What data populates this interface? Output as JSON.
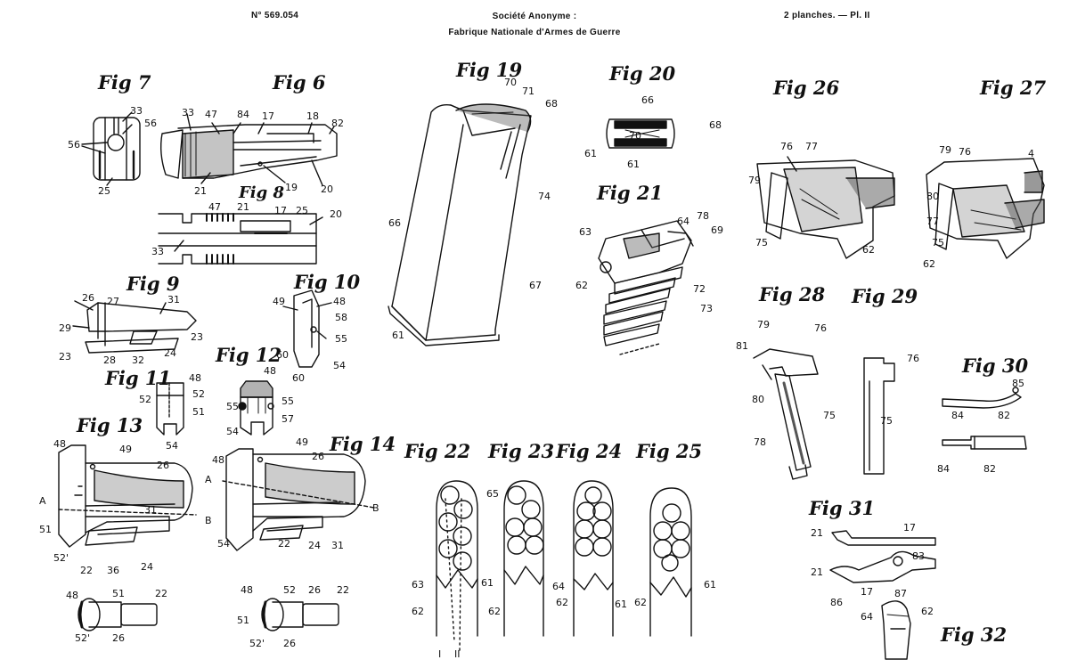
{
  "header": {
    "patent_no": "N° 569.054",
    "company_line1": "Société Anonyme :",
    "company_line2": "Fabrique Nationale d'Armes de Guerre",
    "sheet": "2 planches. — Pl. II"
  },
  "figures": {
    "f6": "Fig 6",
    "f7": "Fig 7",
    "f8": "Fig 8",
    "f9": "Fig 9",
    "f10": "Fig 10",
    "f11": "Fig 11",
    "f12": "Fig 12",
    "f13": "Fig 13",
    "f14": "Fig 14",
    "f19": "Fig 19",
    "f20": "Fig 20",
    "f21": "Fig 21",
    "f22": "Fig 22",
    "f23": "Fig 23",
    "f24": "Fig 24",
    "f25": "Fig 25",
    "f26": "Fig 26",
    "f27": "Fig 27",
    "f28": "Fig 28",
    "f29": "Fig 29",
    "f30": "Fig 30",
    "f31": "Fig 31",
    "f32": "Fig 32"
  },
  "labels": {
    "l33a": "33",
    "l56a": "56",
    "l56b": "56",
    "l25a": "25",
    "l33b": "33",
    "l47a": "47",
    "l84a": "84",
    "l17a": "17",
    "l18": "18",
    "l82a": "82",
    "l21a": "21",
    "l19": "19",
    "l20a": "20",
    "l47b": "47",
    "l21b": "21",
    "l17b": "17",
    "l25b": "25",
    "l20b": "20",
    "l33c": "33",
    "l26a": "26",
    "l27": "27",
    "l31a": "31",
    "l29": "29",
    "l23a": "23",
    "l23b": "23",
    "l28": "28",
    "l32": "32",
    "l24a": "24",
    "l49a": "49",
    "l48a": "48",
    "l58": "58",
    "l55a": "55",
    "l60a": "60",
    "l60b": "60",
    "l54a": "54",
    "l48b": "48",
    "l52a": "52",
    "l52b": "52",
    "l51a": "51",
    "l54b": "54",
    "l48c": "48",
    "l55b": "55",
    "l55c": "55",
    "l57": "57",
    "l54c": "54",
    "l48d": "48",
    "l49b": "49",
    "l26b": "26",
    "lA1": "A",
    "l31b": "31",
    "lB1": "B",
    "l51b": "51",
    "l52c": "52'",
    "l22a": "22",
    "l36": "36",
    "l24b": "24",
    "l48e": "48",
    "l49c": "49",
    "l26c": "26",
    "lA2": "A",
    "lB2": "B",
    "l54d": "54",
    "l22b": "22",
    "l24c": "24",
    "l31c": "31",
    "l48f": "48",
    "l51c": "51",
    "l22c": "22",
    "l52d": "52'",
    "l26d": "26",
    "l48g": "48",
    "l52e": "52",
    "l26e": "26",
    "l22d": "22",
    "l51d": "51",
    "l52f": "52'",
    "l26f": "26",
    "l70": "70",
    "l71": "71",
    "l68a": "68",
    "l74": "74",
    "l66a": "66",
    "l67": "67",
    "l61a": "61",
    "l66b": "66",
    "l70b": "70",
    "l61b": "61",
    "l68b": "68",
    "l61c": "61",
    "l63": "63",
    "l64a": "64",
    "l78": "78",
    "l69": "69",
    "l62a": "62",
    "l72": "72",
    "l73": "73",
    "l65": "65",
    "l63b": "63",
    "l61d": "61",
    "l62b": "62",
    "l62c": "62",
    "l64b": "64",
    "l62d": "62",
    "l61e": "61",
    "l62e": "62",
    "l61f": "61",
    "lI": "I",
    "lII": "II",
    "l76a": "76",
    "l77a": "77",
    "l79a": "79",
    "l75a": "75",
    "l62f": "62",
    "l79b": "79",
    "l76b": "76",
    "l4": "4",
    "l80a": "80",
    "l77b": "77",
    "l75b": "75",
    "l62g": "62",
    "l81": "81",
    "l79c": "79",
    "l76c": "76",
    "l80b": "80",
    "l75c": "75",
    "l78b": "78",
    "l76d": "76",
    "l75d": "75",
    "l85": "85",
    "l84b": "84",
    "l82b": "82",
    "l84c": "84",
    "l82c": "82",
    "l21c": "21",
    "l17c": "17",
    "l21d": "21",
    "l83": "83",
    "l86": "86",
    "l17d": "17",
    "l87": "87",
    "l64c": "64",
    "l62h": "62"
  },
  "colors": {
    "ink": "#111111",
    "paper": "#ffffff",
    "shade": "#555555"
  }
}
